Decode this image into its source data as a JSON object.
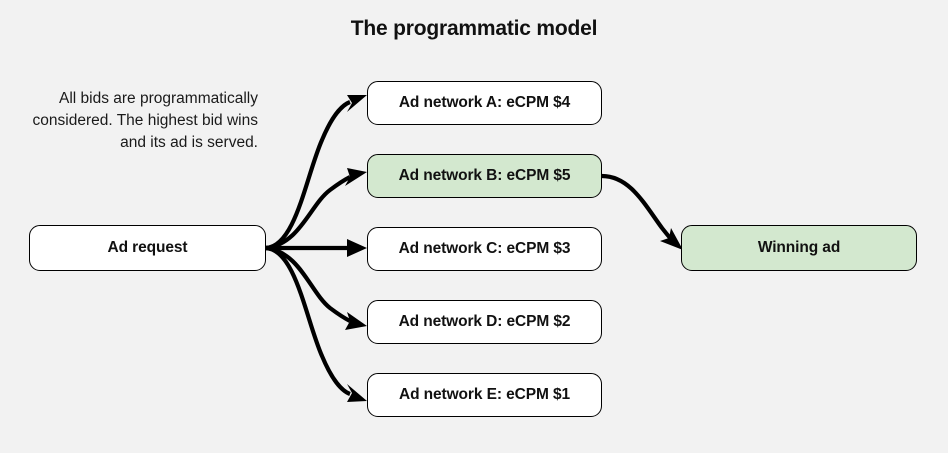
{
  "header": {
    "title": "The programmatic model"
  },
  "annotation": {
    "text": "All bids are programmatically considered. The highest bid wins and its ad is served."
  },
  "colors": {
    "background": "#f2f2f2",
    "node_fill": "#ffffff",
    "node_highlight_fill": "#d3e8cf",
    "stroke": "#000000",
    "text": "#111111"
  },
  "nodes": {
    "request": {
      "label": "Ad request",
      "fill": "white"
    },
    "networks": [
      {
        "label": "Ad network A: eCPM $4",
        "fill": "white"
      },
      {
        "label": "Ad network B: eCPM $5",
        "fill": "green"
      },
      {
        "label": "Ad network C: eCPM $3",
        "fill": "white"
      },
      {
        "label": "Ad network D: eCPM $2",
        "fill": "white"
      },
      {
        "label": "Ad network E: eCPM $1",
        "fill": "white"
      }
    ],
    "winner": {
      "label": "Winning ad",
      "fill": "green"
    }
  },
  "chart_data": {
    "type": "diagram",
    "title": "The programmatic model",
    "categories": [
      "Ad network A",
      "Ad network B",
      "Ad network C",
      "Ad network D",
      "Ad network E"
    ],
    "values": [
      4,
      5,
      3,
      2,
      1
    ],
    "value_label": "eCPM ($)",
    "winner": "Ad network B",
    "edges": [
      {
        "from": "Ad request",
        "to": "Ad network A: eCPM $4"
      },
      {
        "from": "Ad request",
        "to": "Ad network B: eCPM $5"
      },
      {
        "from": "Ad request",
        "to": "Ad network C: eCPM $3"
      },
      {
        "from": "Ad request",
        "to": "Ad network D: eCPM $2"
      },
      {
        "from": "Ad request",
        "to": "Ad network E: eCPM $1"
      },
      {
        "from": "Ad network B: eCPM $5",
        "to": "Winning ad"
      }
    ]
  }
}
